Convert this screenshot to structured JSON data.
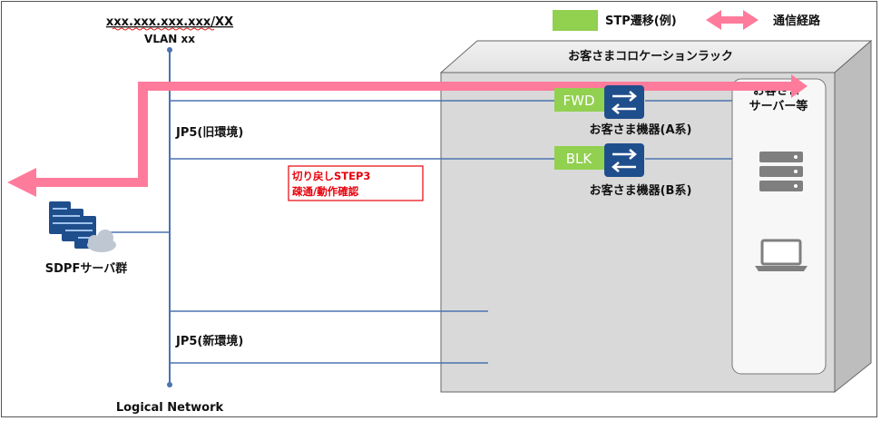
{
  "network": {
    "address": "xxx.xxx.xxx.xxx/XX",
    "vlan": "VLAN xx",
    "caption": "Logical Network"
  },
  "legend": {
    "stp_label": "STP遷移(例)",
    "route_label": "通信経路",
    "stp_color": "#92d050",
    "route_color": "#ff7b9c"
  },
  "rack": {
    "title": "お客さまコロケーションラック",
    "server_box": "お客さま\nサーバー等"
  },
  "devices": [
    {
      "state": "FWD",
      "label": "お客さま機器(A系)"
    },
    {
      "state": "BLK",
      "label": "お客さま機器(B系)"
    }
  ],
  "environments": {
    "old": "JP5(旧環境)",
    "new": "JP5(新環境)"
  },
  "sdpf": {
    "label": "SDPFサーバ群"
  },
  "note": {
    "line1": "切り戻しSTEP3",
    "line2": "疎通/動作確認",
    "color": "#e8000b"
  },
  "icons": {
    "switch": "switch-icon",
    "server": "server-stack-icon",
    "laptop": "laptop-icon",
    "cloud_server": "cloud-server-icon"
  }
}
